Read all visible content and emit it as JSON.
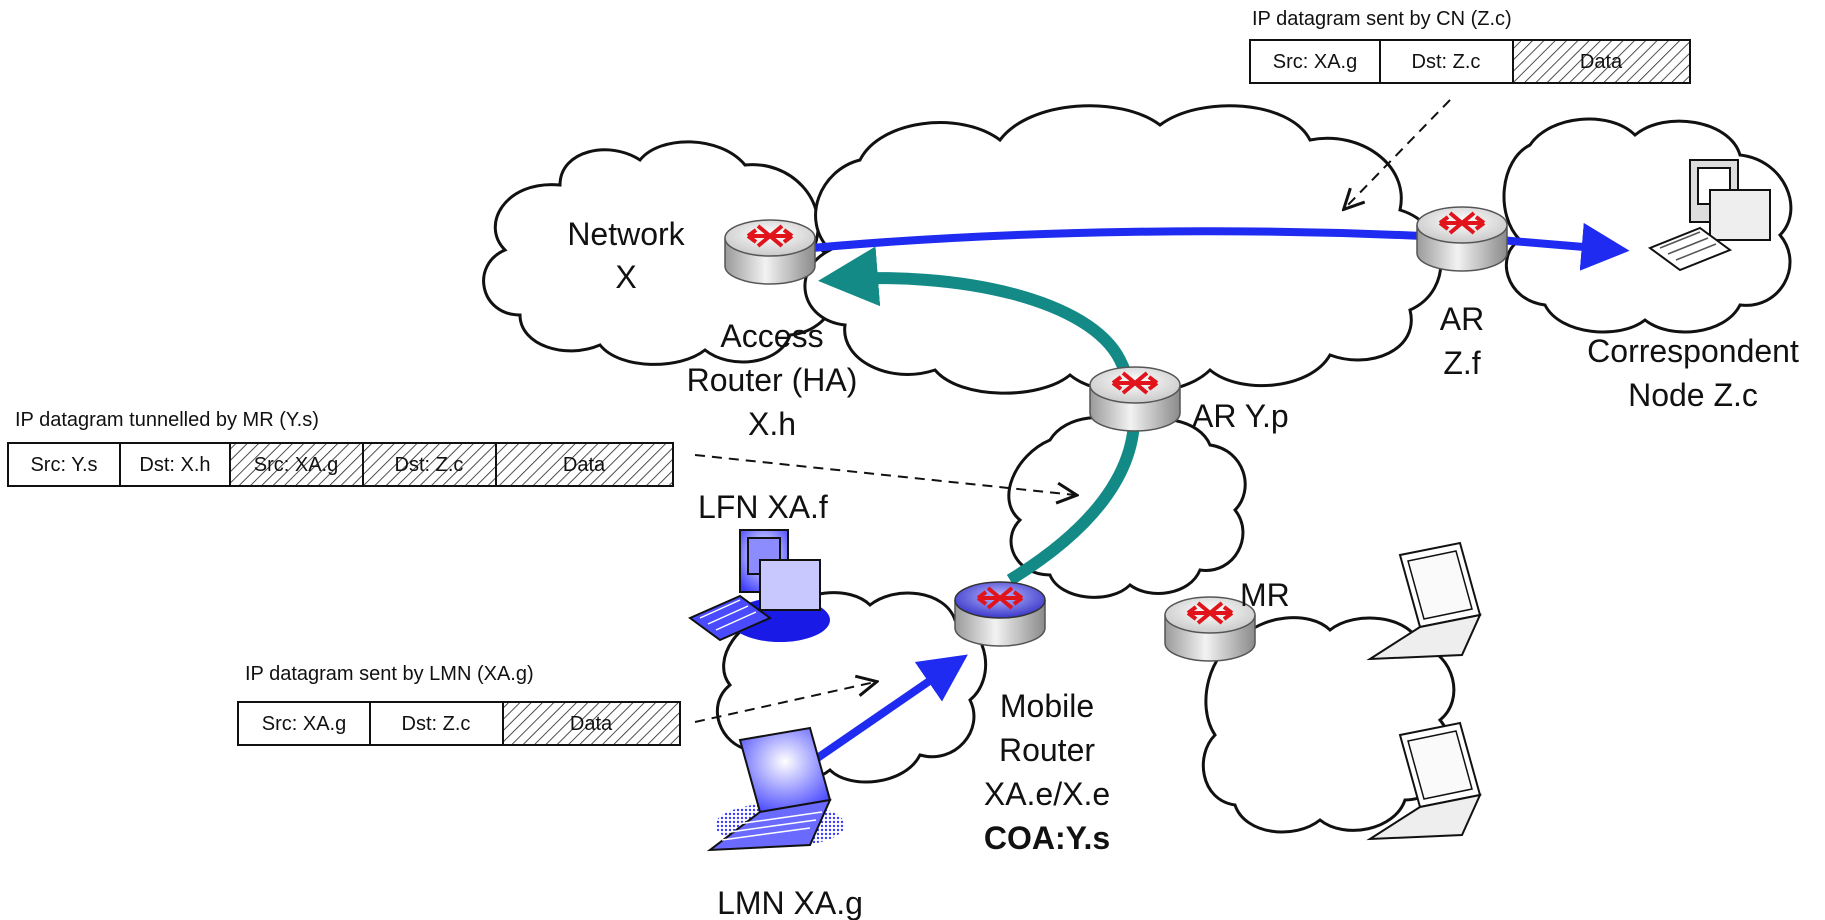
{
  "labels": {
    "network_x_line1": "Network",
    "network_x_line2": "X",
    "access_router_line1": "Access",
    "access_router_line2": "Router (HA)",
    "access_router_line3": "X.h",
    "ar_z_line1": "AR",
    "ar_z_line2": "Z.f",
    "cn_line1": "Correspondent",
    "cn_line2": "Node Z.c",
    "ar_y": "AR Y.p",
    "lfn": "LFN XA.f",
    "mr": "MR",
    "mobile_router_line1": "Mobile",
    "mobile_router_line2": "Router",
    "mobile_router_line3": "XA.e/X.e",
    "mobile_router_line4": "COA:Y.s",
    "lmn": "LMN XA.g"
  },
  "datagrams": {
    "cn": {
      "caption": "IP datagram sent by CN (Z.c)",
      "cells": [
        "Src: XA.g",
        "Dst: Z.c",
        "Data"
      ]
    },
    "mr": {
      "caption": "IP datagram tunnelled by MR (Y.s)",
      "cells": [
        "Src: Y.s",
        "Dst: X.h",
        "Src: XA.g",
        "Dst: Z.c",
        "Data"
      ]
    },
    "lmn": {
      "caption": "IP datagram sent by LMN (XA.g)",
      "cells": [
        "Src: XA.g",
        "Dst: Z.c",
        "Data"
      ]
    }
  },
  "colors": {
    "blue_path": "#1f2bf0",
    "tunnel_path": "#138a86",
    "router_arrows": "#e0141a",
    "mobile_router_top": "#4a48d8",
    "device_screen": "#5a5aff"
  }
}
